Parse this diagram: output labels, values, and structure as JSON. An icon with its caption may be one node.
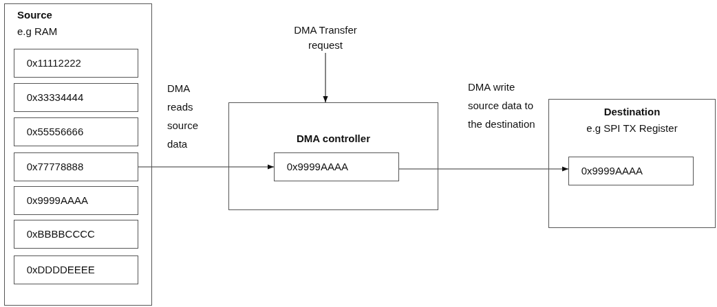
{
  "diagram": {
    "nodes": [
      {
        "text": [
          "Source",
          "e.g RAM"
        ]
      },
      {
        "text": [
          "0x11112222"
        ],
        "in": 0
      },
      {
        "text": [
          "0x33334444"
        ],
        "in": 0
      },
      {
        "text": [
          "0x55556666"
        ],
        "in": 0
      },
      {
        "text": [
          "0x77778888"
        ],
        "in": 0
      },
      {
        "text": [
          "0x9999AAAA"
        ],
        "in": 0
      },
      {
        "text": [
          "0xBBBBCCCC"
        ],
        "in": 0
      },
      {
        "text": [
          "0xDDDDEEEE"
        ],
        "in": 0
      },
      {
        "text": [
          "DMA Transfer request"
        ]
      },
      {
        "text": [
          "DMA controller"
        ]
      },
      {
        "text": [
          "0x9999AAAA"
        ],
        "in": 9
      },
      {
        "text": [
          "Destination",
          "e.g SPI TX Register"
        ]
      },
      {
        "text": [
          "0x9999AAAA"
        ],
        "in": 11
      }
    ],
    "edges": [
      {
        "from": 8,
        "to": 9,
        "arrow": "to"
      },
      {
        "from": 4,
        "to": 10,
        "arrow": "to",
        "label": "DMA reads source data"
      },
      {
        "from": 10,
        "to": 12,
        "arrow": "to",
        "label": "DMA write source data to the destination"
      }
    ]
  }
}
